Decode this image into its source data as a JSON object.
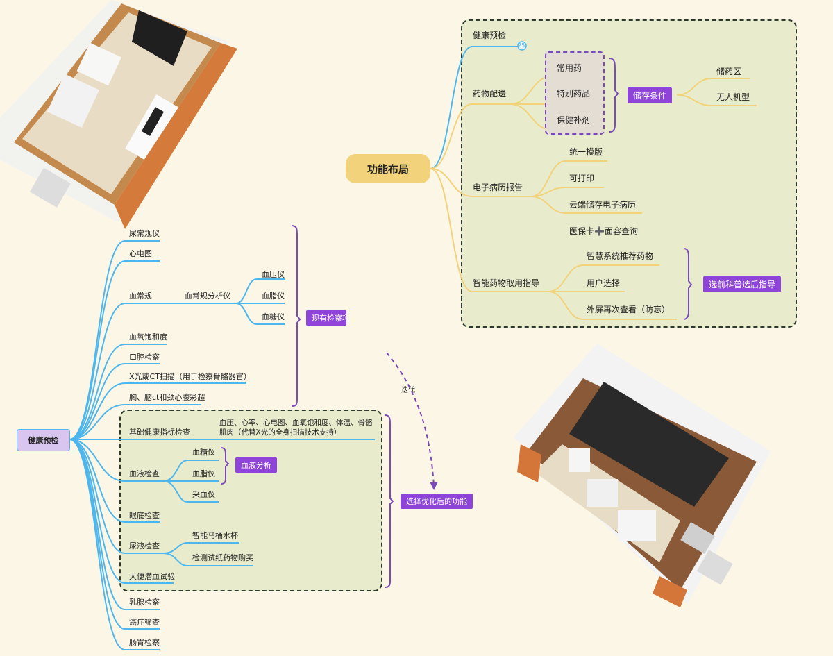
{
  "root_left": "健康预检",
  "root_right": "功能布局",
  "left_tree": {
    "items": [
      "尿常规仪",
      "心电图",
      "血常规",
      "血常规分析仪",
      "血压仪",
      "血脂仪",
      "血糖仪",
      "血氧饱和度",
      "口腔检察",
      "X光或CT扫描（用于检察骨骼器官）",
      "胸、脑ct和颈心腹彩超"
    ],
    "existing_tag": "现有检察项",
    "optimized": {
      "basic": "基础健康指标检查",
      "basic_note": "血压、心率、心电图、血氧饱和度、体温、骨骼肌肉（代替X光的全身扫描技术支持）",
      "blood": "血液检查",
      "blood_items": [
        "血糖仪",
        "血脂仪",
        "采血仪"
      ],
      "blood_tag": "血液分析",
      "eye": "眼底检查",
      "urine": "尿液检查",
      "urine_items": [
        "智能马桶水杯",
        "检测试纸药物购买"
      ],
      "stool": "大便潜血试验"
    },
    "optimized_tag": "选择优化后的功能",
    "bottom": [
      "乳腺检察",
      "癌症筛查",
      "肠胃检察"
    ]
  },
  "iterate_label": "迭代",
  "right_tree": {
    "health_check": "健康预检",
    "health_badge": "25",
    "drug_delivery": "药物配送",
    "drugs": [
      "常用药",
      "特别药品",
      "保健补剂"
    ],
    "storage_tag": "储存条件",
    "storage_items": [
      "储药区",
      "无人机型"
    ],
    "emr": "电子病历报告",
    "emr_items": [
      "统一模版",
      "可打印",
      "云端储存电子病历",
      "医保卡➕面容查询"
    ],
    "smart": "智能药物取用指导",
    "smart_items": [
      "智慧系统推荐药物",
      "用户选择",
      "外屏再次查看（防忘）"
    ],
    "smart_tag": "选前科普选后指导"
  },
  "colors": {
    "blue": "#4db6ec",
    "yellow": "#f2d27a",
    "purple": "#8e44d8"
  }
}
